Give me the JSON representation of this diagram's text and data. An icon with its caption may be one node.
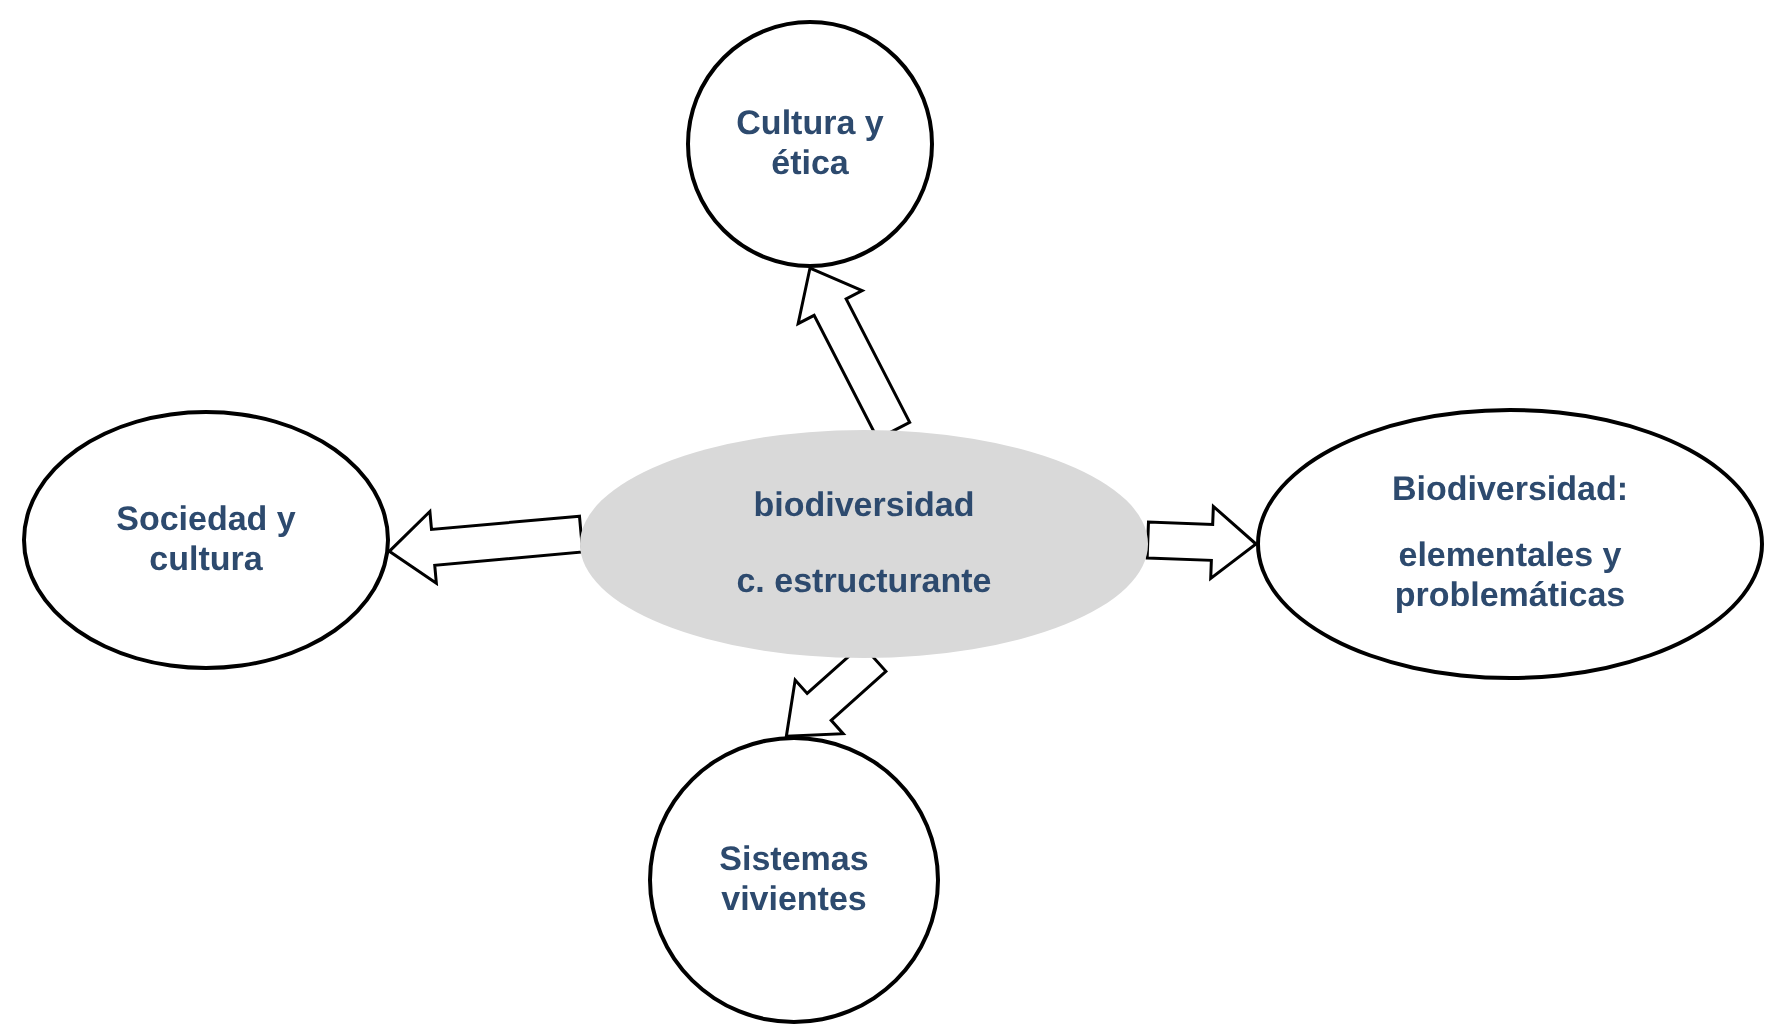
{
  "diagram": {
    "nodes": [
      {
        "text": [
          "biodiversidad",
          "c. estructurante"
        ]
      },
      {
        "text": [
          "Cultura y ética"
        ]
      },
      {
        "text": [
          "Sociedad y cultura"
        ]
      },
      {
        "text": [
          "Biodiversidad:",
          "elementales y problemáticas"
        ]
      },
      {
        "text": [
          "Sistemas vivientes"
        ]
      }
    ],
    "edges": [
      {
        "from": 0,
        "to": 1,
        "arrow": "to"
      },
      {
        "from": 0,
        "to": 2,
        "arrow": "to"
      },
      {
        "from": 0,
        "to": 3,
        "arrow": "to"
      },
      {
        "from": 0,
        "to": 4,
        "arrow": "to"
      }
    ]
  }
}
